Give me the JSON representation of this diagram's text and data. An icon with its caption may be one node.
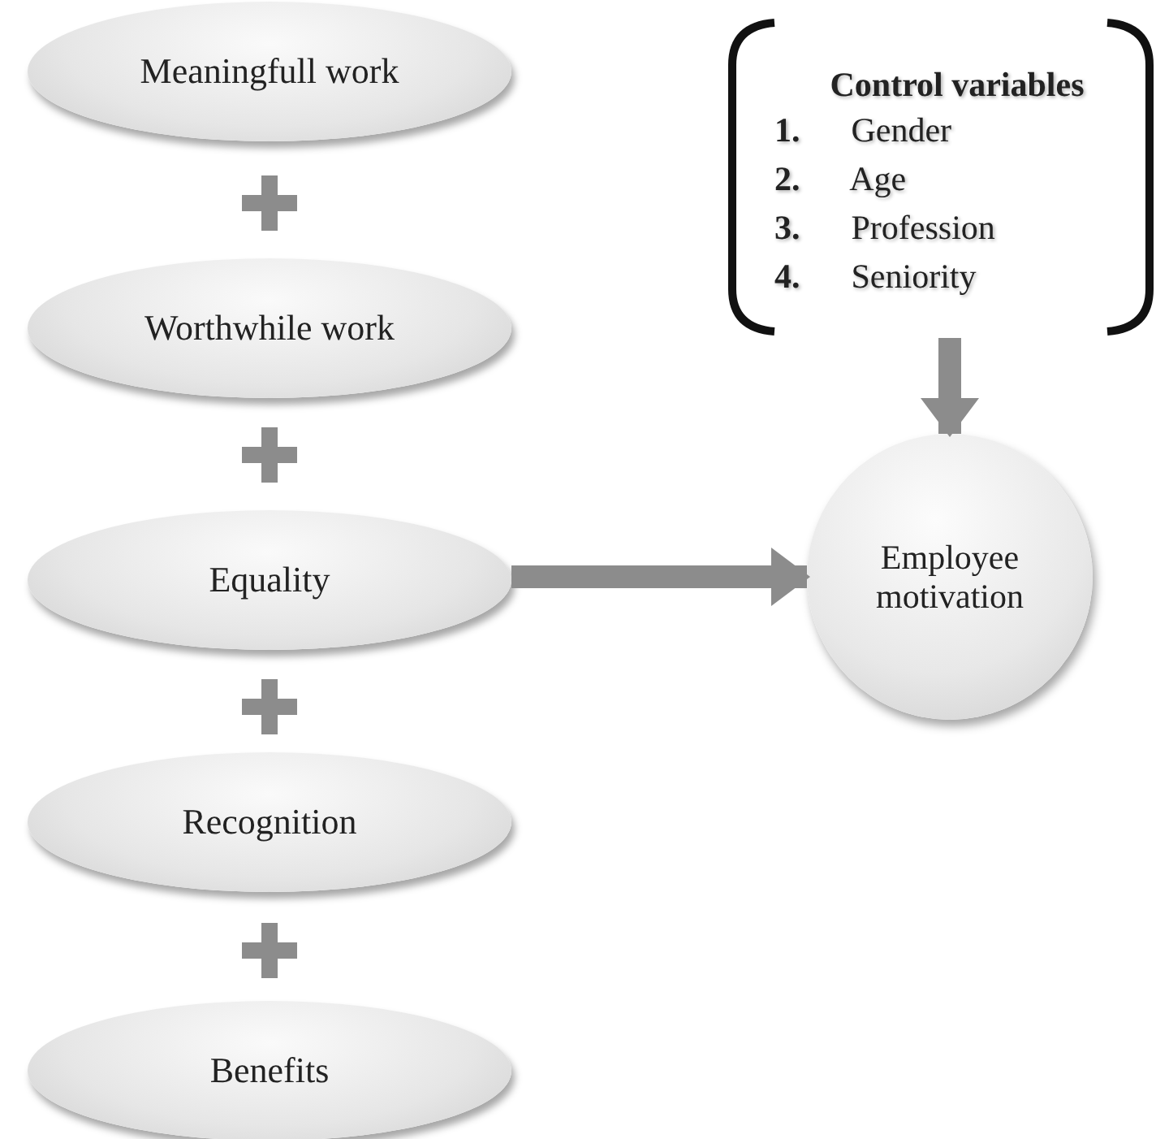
{
  "diagram": {
    "nodes": [
      {
        "text": [
          "Meaningfull work"
        ]
      },
      {
        "text": [
          "Worthwhile work"
        ]
      },
      {
        "text": [
          "Equality"
        ]
      },
      {
        "text": [
          "Recognition"
        ]
      },
      {
        "text": [
          "Benefits"
        ]
      },
      {
        "text": [
          "Control variables",
          "**1.** Gender",
          "**2.** Age",
          "**3.** Profession",
          "**4.** Seniority"
        ]
      },
      {
        "text": [
          "Employee motivation"
        ]
      }
    ],
    "edges": [
      {
        "from": 2,
        "to": 6,
        "arrow": "to"
      },
      {
        "from": 5,
        "to": 6,
        "arrow": "to"
      }
    ]
  }
}
